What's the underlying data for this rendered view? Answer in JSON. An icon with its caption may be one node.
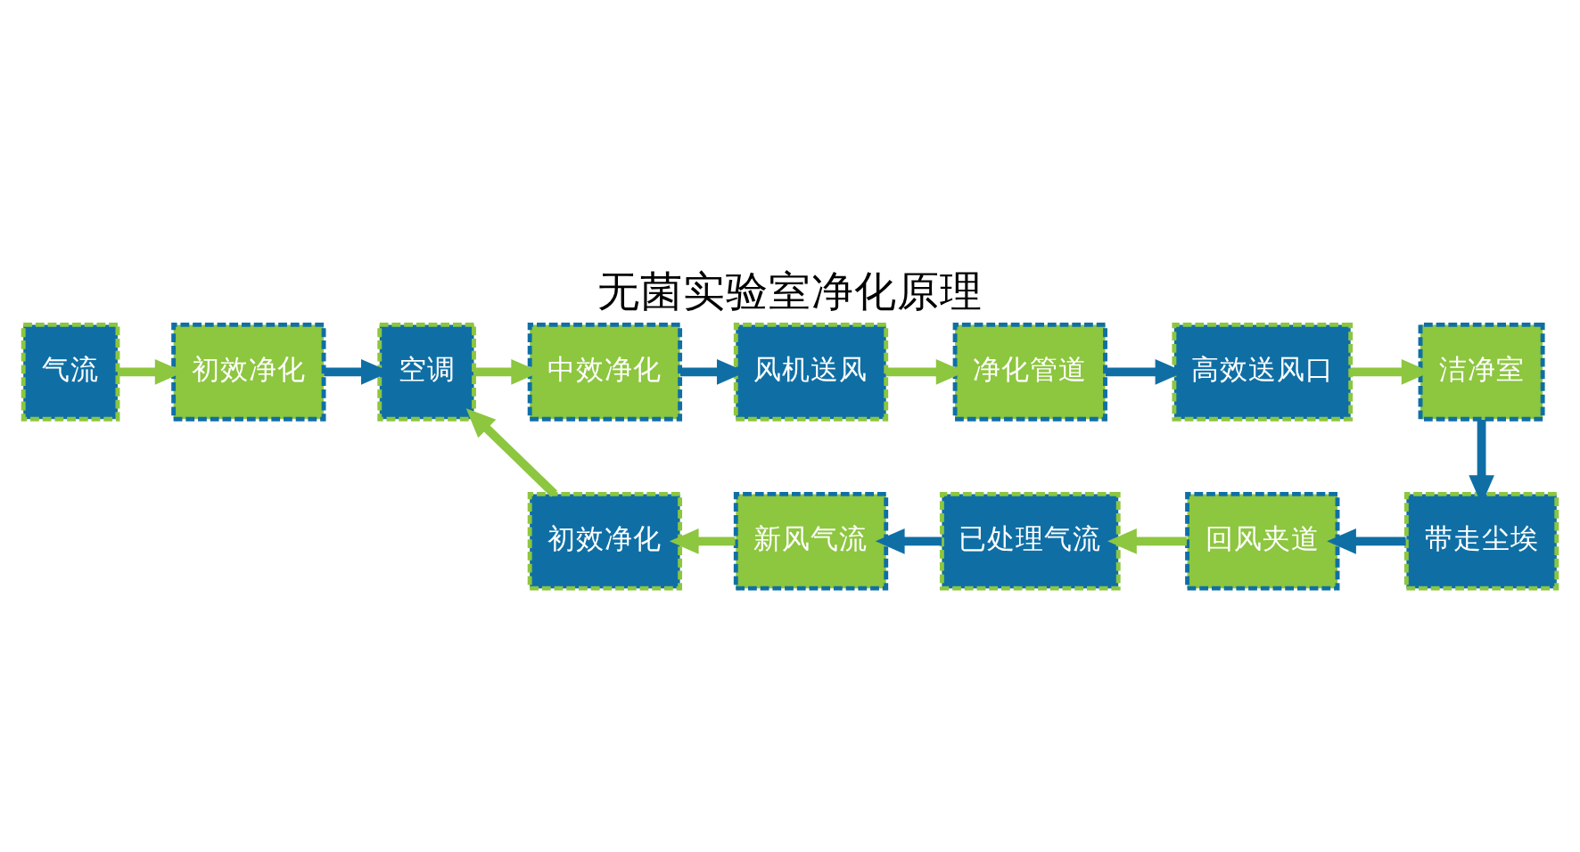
{
  "diagram": {
    "title": "无菌实验室净化原理",
    "nodes": [
      {
        "text": [
          "气流"
        ]
      },
      {
        "text": [
          "初效净化"
        ]
      },
      {
        "text": [
          "空调"
        ]
      },
      {
        "text": [
          "中效净化"
        ]
      },
      {
        "text": [
          "风机送风"
        ]
      },
      {
        "text": [
          "净化管道"
        ]
      },
      {
        "text": [
          "高效送风口"
        ]
      },
      {
        "text": [
          "洁净室"
        ]
      },
      {
        "text": [
          "带走尘埃"
        ]
      },
      {
        "text": [
          "回风夹道"
        ]
      },
      {
        "text": [
          "已处理气流"
        ]
      },
      {
        "text": [
          "新风气流"
        ]
      },
      {
        "text": [
          "初效净化"
        ]
      }
    ],
    "edges": [
      {
        "from": 0,
        "to": 1,
        "arrow": "to",
        "color": "#8dc63f"
      },
      {
        "from": 1,
        "to": 2,
        "arrow": "to",
        "color": "#0f6fa5"
      },
      {
        "from": 2,
        "to": 3,
        "arrow": "to",
        "color": "#8dc63f"
      },
      {
        "from": 3,
        "to": 4,
        "arrow": "to",
        "color": "#0f6fa5"
      },
      {
        "from": 4,
        "to": 5,
        "arrow": "to",
        "color": "#8dc63f"
      },
      {
        "from": 5,
        "to": 6,
        "arrow": "to",
        "color": "#0f6fa5"
      },
      {
        "from": 6,
        "to": 7,
        "arrow": "to",
        "color": "#8dc63f"
      },
      {
        "from": 7,
        "to": 8,
        "arrow": "to",
        "color": "#0f6fa5"
      },
      {
        "from": 8,
        "to": 9,
        "arrow": "to",
        "color": "#0f6fa5"
      },
      {
        "from": 9,
        "to": 10,
        "arrow": "to",
        "color": "#8dc63f"
      },
      {
        "from": 10,
        "to": 11,
        "arrow": "to",
        "color": "#0f6fa5"
      },
      {
        "from": 11,
        "to": 12,
        "arrow": "to",
        "color": "#8dc63f"
      },
      {
        "from": 12,
        "to": 2,
        "arrow": "to",
        "color": "#8dc63f"
      }
    ]
  }
}
